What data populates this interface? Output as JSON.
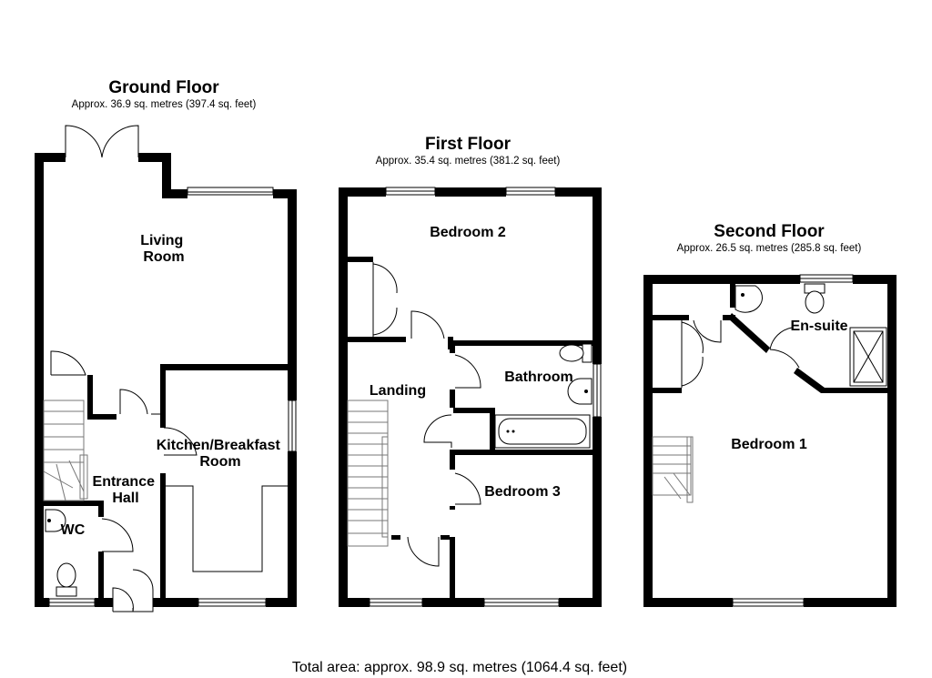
{
  "floors": {
    "ground": {
      "title": "Ground Floor",
      "area": "Approx. 36.9 sq. metres (397.4 sq. feet)"
    },
    "first": {
      "title": "First Floor",
      "area": "Approx. 35.4 sq. metres (381.2 sq. feet)"
    },
    "second": {
      "title": "Second Floor",
      "area": "Approx. 26.5 sq. metres (285.8 sq. feet)"
    }
  },
  "rooms": {
    "living_room": [
      "Living",
      "Room"
    ],
    "kitchen": [
      "Kitchen/Breakfast",
      "Room"
    ],
    "entrance_hall": [
      "Entrance",
      "Hall"
    ],
    "wc": "WC",
    "bedroom2": "Bedroom 2",
    "landing": "Landing",
    "bathroom": "Bathroom",
    "bedroom3": "Bedroom 3",
    "ensuite": "En-suite",
    "bedroom1": "Bedroom 1"
  },
  "total_area": "Total area: approx. 98.9 sq. metres (1064.4 sq. feet)",
  "icons": [
    "french-door-icon",
    "door-swing-icon",
    "window-icon",
    "stairs-icon",
    "toilet-icon",
    "sink-icon",
    "bath-icon",
    "shower-tray-icon",
    "wardrobe-icon"
  ]
}
